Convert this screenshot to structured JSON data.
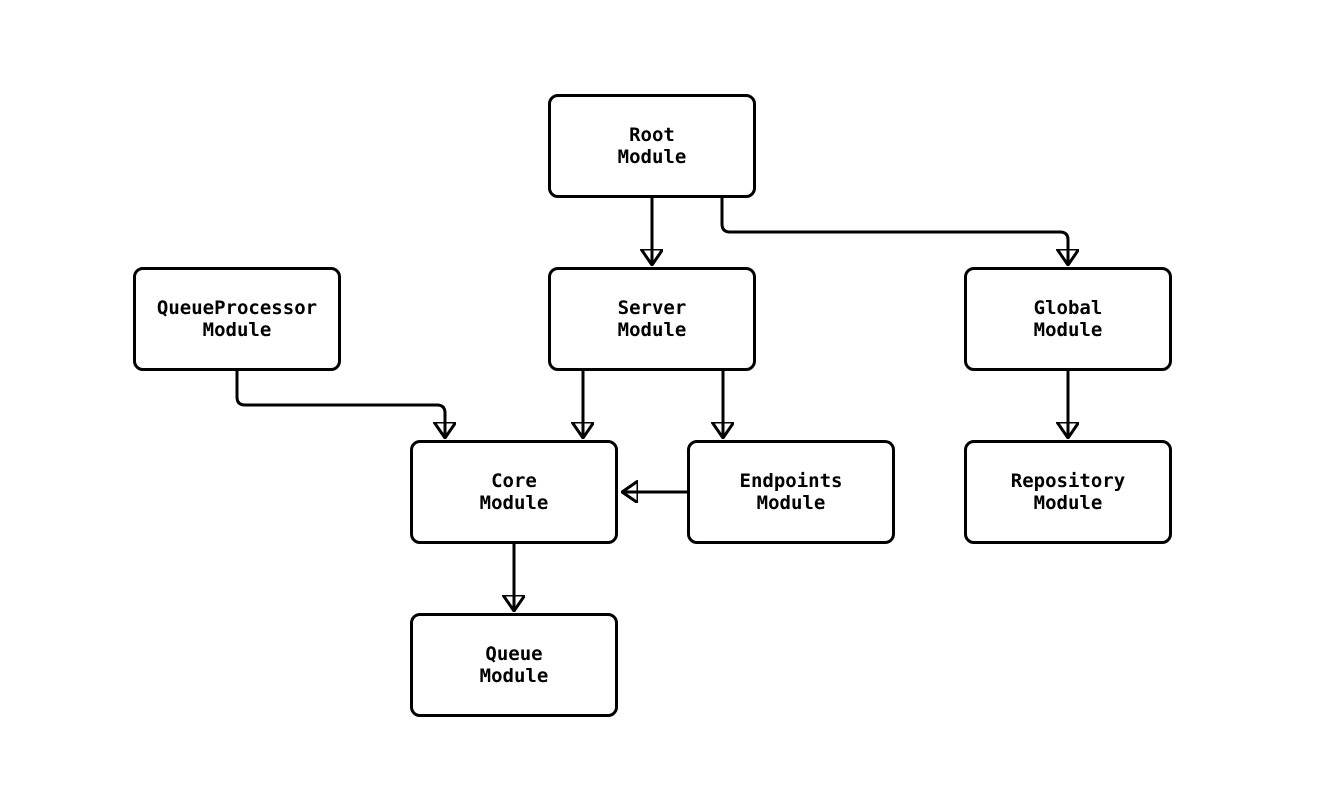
{
  "diagram": {
    "type": "module-dependency-graph",
    "background_color": "#ffffff",
    "stroke_color": "#000000",
    "nodes": [
      {
        "id": "root",
        "label": "Root\nModule"
      },
      {
        "id": "queue-processor",
        "label": "QueueProcessor\nModule"
      },
      {
        "id": "server",
        "label": "Server\nModule"
      },
      {
        "id": "global",
        "label": "Global\nModule"
      },
      {
        "id": "core",
        "label": "Core\nModule"
      },
      {
        "id": "endpoints",
        "label": "Endpoints\nModule"
      },
      {
        "id": "repository",
        "label": "Repository\nModule"
      },
      {
        "id": "queue",
        "label": "Queue\nModule"
      }
    ],
    "edges": [
      {
        "from": "root",
        "to": "server"
      },
      {
        "from": "root",
        "to": "global"
      },
      {
        "from": "queue-processor",
        "to": "core"
      },
      {
        "from": "server",
        "to": "core"
      },
      {
        "from": "server",
        "to": "endpoints"
      },
      {
        "from": "endpoints",
        "to": "core"
      },
      {
        "from": "core",
        "to": "queue"
      },
      {
        "from": "global",
        "to": "repository"
      }
    ]
  }
}
